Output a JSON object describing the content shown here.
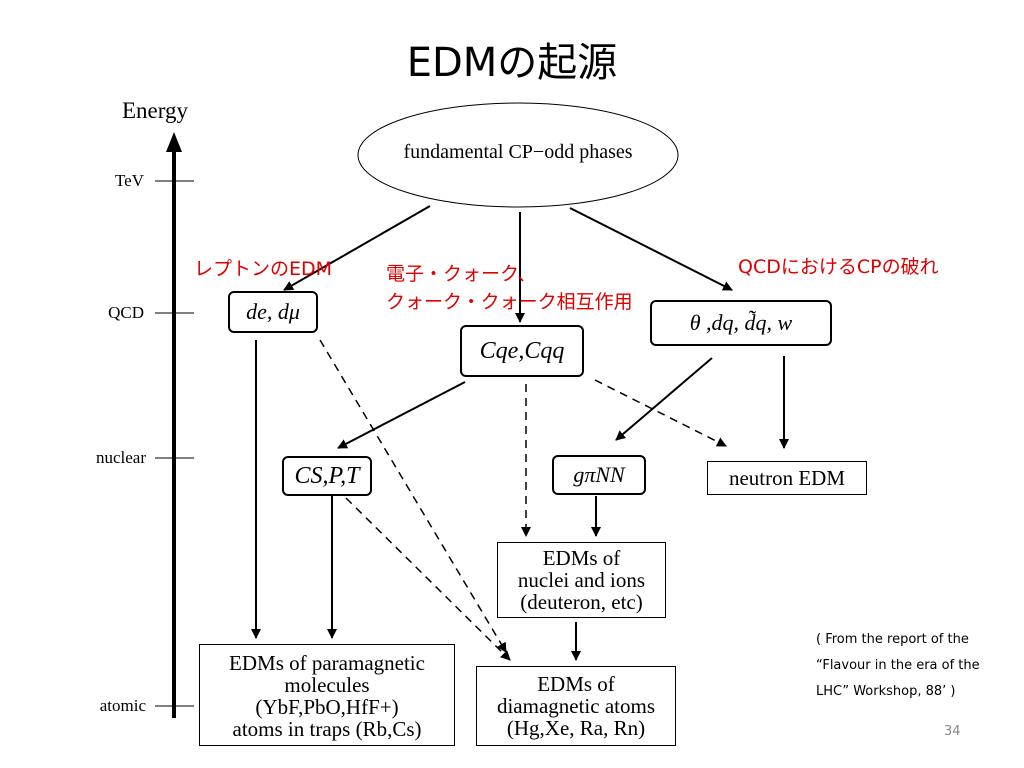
{
  "title": "EDMの起源",
  "axis": {
    "label": "Energy",
    "ticks": [
      "TeV",
      "QCD",
      "nuclear",
      "atomic"
    ]
  },
  "nodes": {
    "fundamental": "fundamental CP−odd phases",
    "de_dmu": "de, dμ",
    "cqe_cqq": "Cqe,Cqq",
    "theta": "θ ,dq, d̃q, w",
    "cspt": "CS,P,T",
    "gpinn": "gπNN",
    "neutron": "neutron EDM",
    "nuclei": [
      "EDMs of",
      "nuclei and ions",
      "(deuteron, etc)"
    ],
    "paramagnetic": [
      "EDMs of paramagnetic",
      "molecules",
      "(YbF,PbO,HfF+)",
      "atoms in traps (Rb,Cs)"
    ],
    "diamagnetic": [
      "EDMs of",
      "diamagnetic atoms",
      "(Hg,Xe, Ra, Rn)"
    ]
  },
  "annotations": {
    "lepton": "レプトンのEDM",
    "electron_quark_1": "電子・クォーク、",
    "electron_quark_2": "クォーク・クォーク相互作用",
    "qcd_cp": "QCDにおけるCPの破れ"
  },
  "source_note": [
    "( From the report of the",
    "“Flavour in the era of the",
    "LHC” Workshop, 88’ )"
  ],
  "page_number": "34"
}
